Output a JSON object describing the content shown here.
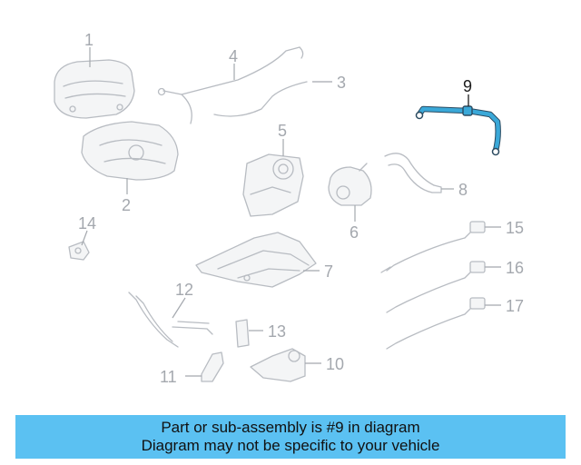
{
  "diagram": {
    "highlighted_callout": "9",
    "callouts": [
      "1",
      "2",
      "3",
      "4",
      "5",
      "6",
      "7",
      "8",
      "9",
      "10",
      "11",
      "12",
      "13",
      "14",
      "15",
      "16",
      "17"
    ],
    "colors": {
      "highlight": "#3aa8d8",
      "part_line": "#b8bcc2",
      "callout_text": "#a4a8ae",
      "banner": "#5bc1f2"
    }
  },
  "banner": {
    "line1": "Part or sub-assembly is #9 in diagram",
    "line2": "Diagram may not be specific to your vehicle"
  }
}
